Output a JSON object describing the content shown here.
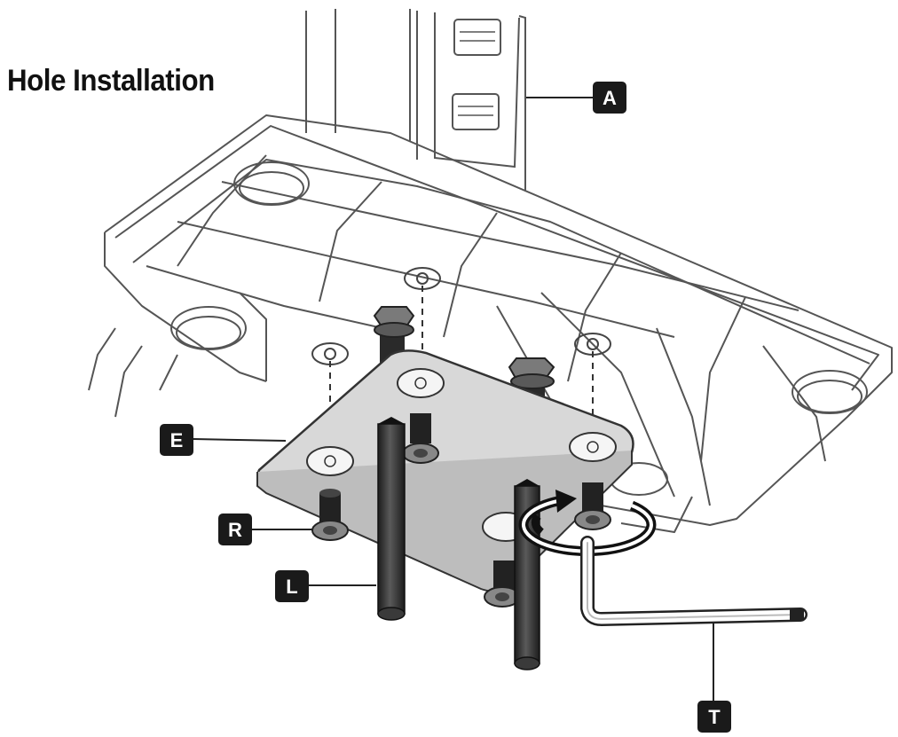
{
  "title": "Hole Installation",
  "labels": {
    "A": "A",
    "E": "E",
    "R": "R",
    "L": "L",
    "T": "T"
  },
  "colors": {
    "line": "#4a4a4a",
    "plate": "#d8d8d8",
    "badge": "#1a1a1a",
    "badge_text": "#ffffff"
  }
}
